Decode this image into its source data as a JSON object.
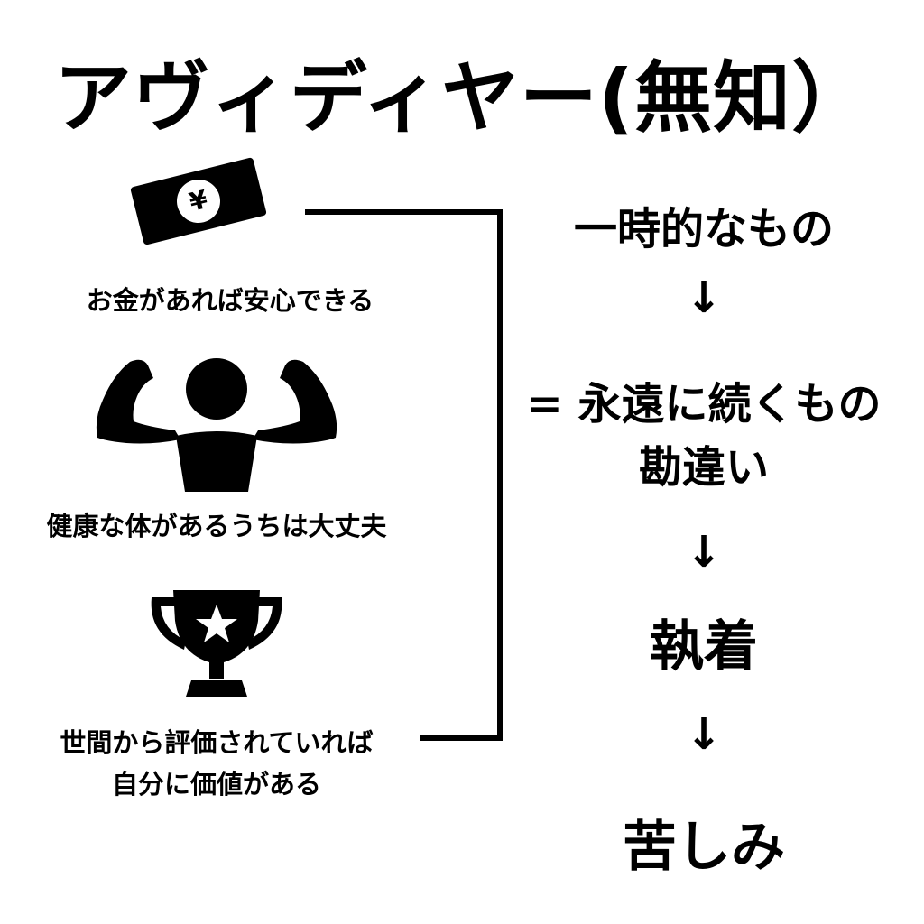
{
  "title": "アヴィディヤー(無知）",
  "left": {
    "money": {
      "caption": "お金があれば安心できる",
      "symbol": "¥"
    },
    "health": {
      "caption": "健康な体があるうちは大丈夫"
    },
    "reputation": {
      "caption_line1": "世間から評価されていれば",
      "caption_line2": "自分に価値がある"
    }
  },
  "flow": {
    "step1": "一時的なもの",
    "arrow": "↓",
    "step2_line1": "= 永遠に続くもの",
    "step2_line2": "勘違い",
    "step3": "執着",
    "step4": "苦しみ"
  }
}
